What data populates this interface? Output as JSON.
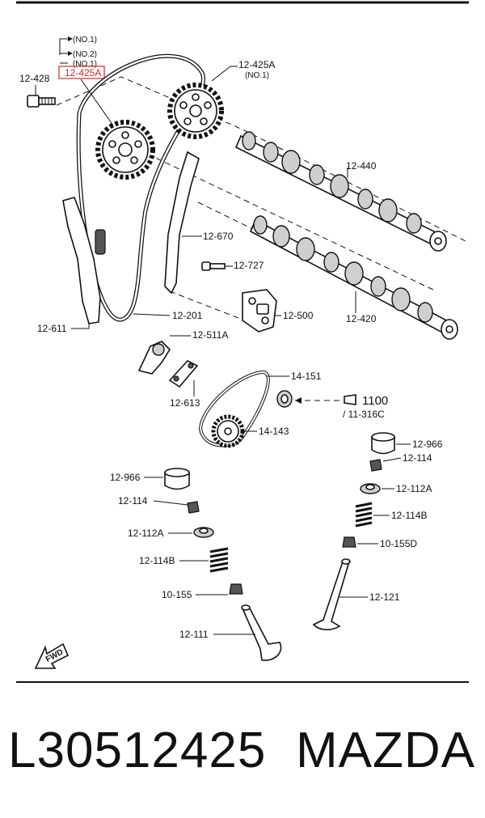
{
  "labels": {
    "no1_top": "(NO.1)",
    "no2": "(NO.2)",
    "no1_mid": "(NO.1)",
    "p12_428": "12-428",
    "p12_425A_left": "12-425A",
    "p12_425A_right": "12-425A",
    "p12_425A_right_sub": "(NO.1)",
    "p12_440": "12-440",
    "p12_670": "12-670",
    "p12_727": "12-727",
    "p12_420": "12-420",
    "p12_500": "12-500",
    "p12_611": "12-611",
    "p12_201": "12-201",
    "p12_511A": "12-511A",
    "p12_613": "12-613",
    "p14_151": "14-151",
    "p14_143": "14-143",
    "p1100": "1100",
    "p11_316C": "/ 11-316C",
    "p12_966_right": "12-966",
    "p12_114_right": "12-114",
    "p12_112A_right": "12-112A",
    "p12_114B_right": "12-114B",
    "p10_155D": "10-155D",
    "p12_121": "12-121",
    "p12_966_left": "12-966",
    "p12_114_left": "12-114",
    "p12_112A_left": "12-112A",
    "p12_114B_left": "12-114B",
    "p10_155": "10-155",
    "p12_111": "12-111",
    "fwd": "FWD"
  },
  "caption": {
    "part_number": "L30512425",
    "brand": "MAZDA"
  },
  "colors": {
    "highlight": "#d42a2a",
    "line": "#111111"
  }
}
